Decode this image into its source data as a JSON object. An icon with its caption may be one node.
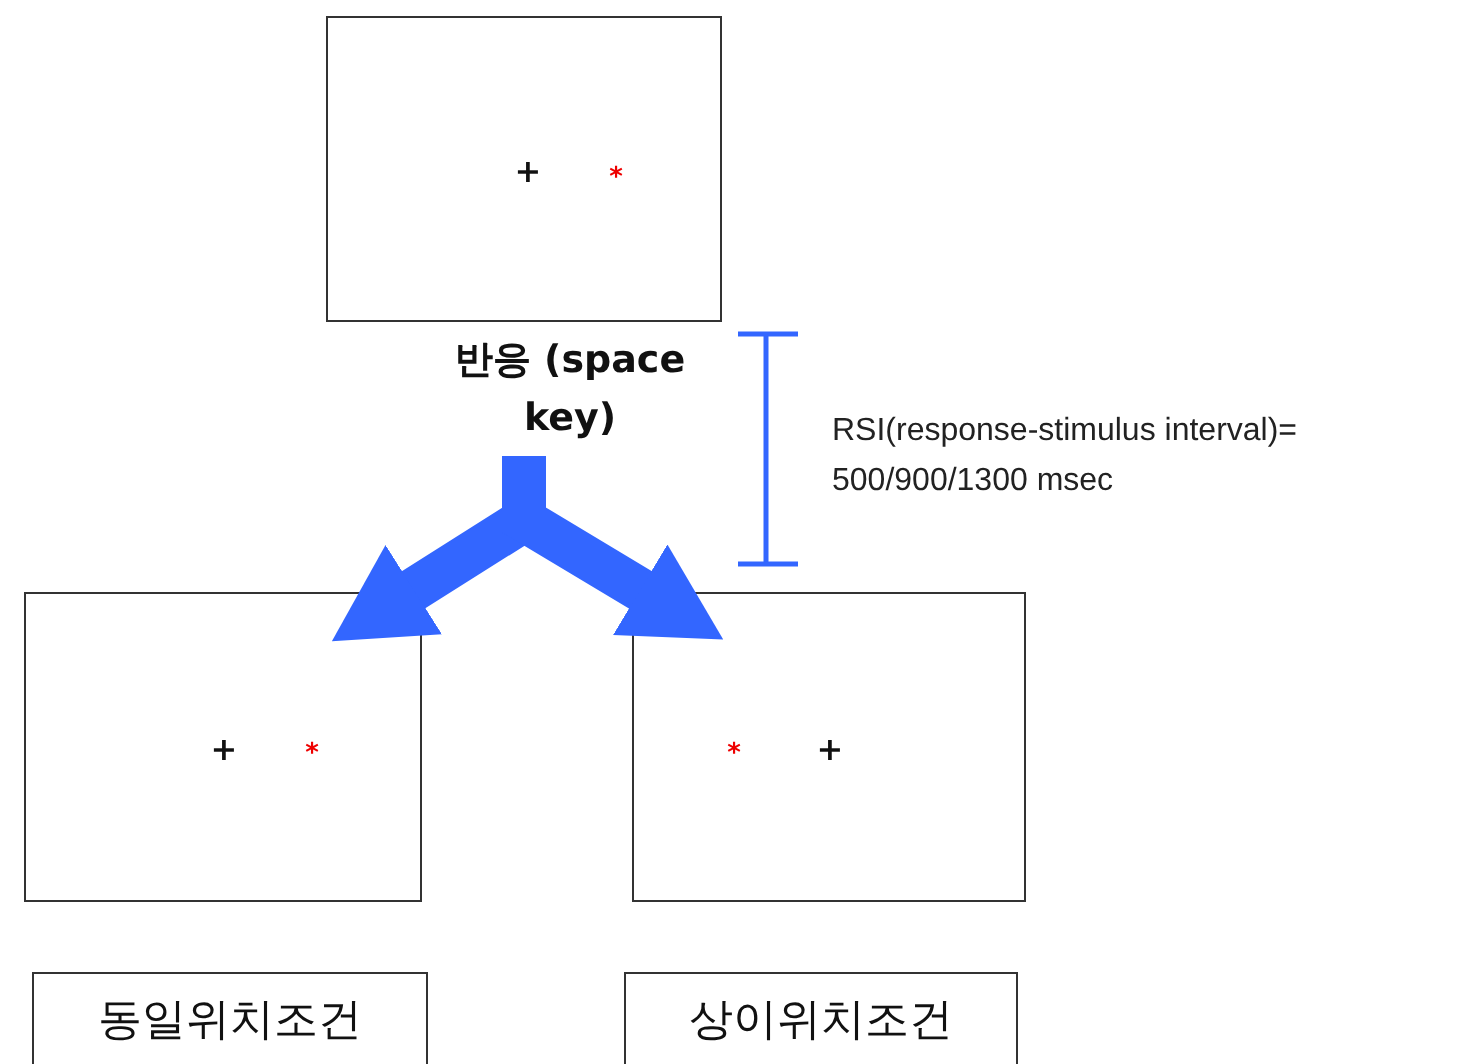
{
  "diagram": {
    "nodes": [
      {
        "text": [
          "+",
          "*"
        ]
      },
      {
        "text": [
          "반응 (space key)"
        ]
      },
      {
        "text": [
          "+",
          "*"
        ]
      },
      {
        "text": [
          "*",
          "+"
        ]
      },
      {
        "text": [
          "동일위치조건"
        ]
      },
      {
        "text": [
          "상이위치조건"
        ]
      }
    ],
    "edges": [
      {
        "from": 1,
        "to": 2,
        "arrow": "to"
      },
      {
        "from": 1,
        "to": 3,
        "arrow": "to"
      }
    ],
    "labels": [
      "RSI(response-stimulus interval)= 500/900/1300 msec"
    ]
  }
}
